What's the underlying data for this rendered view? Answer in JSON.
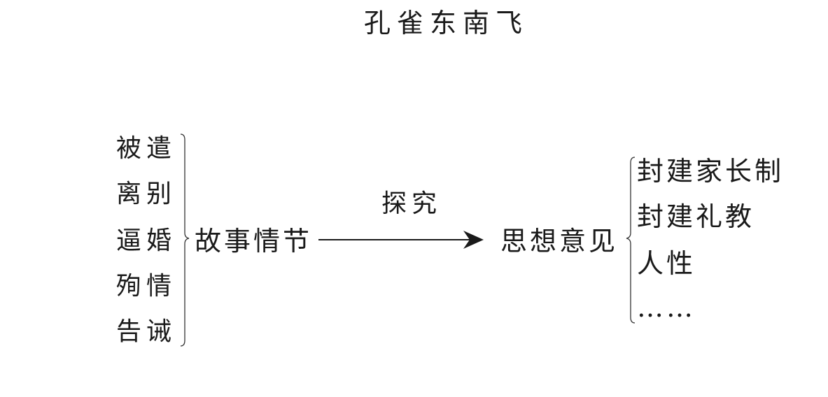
{
  "title": "孔雀东南飞",
  "left_items": [
    "被遣",
    "离别",
    "逼婚",
    "殉情",
    "告诫"
  ],
  "middle_left": "故事情节",
  "arrow_label": "探究",
  "middle_right": "思想意见",
  "right_items": [
    "封建家长制",
    "封建礼教",
    "人性",
    "……"
  ]
}
